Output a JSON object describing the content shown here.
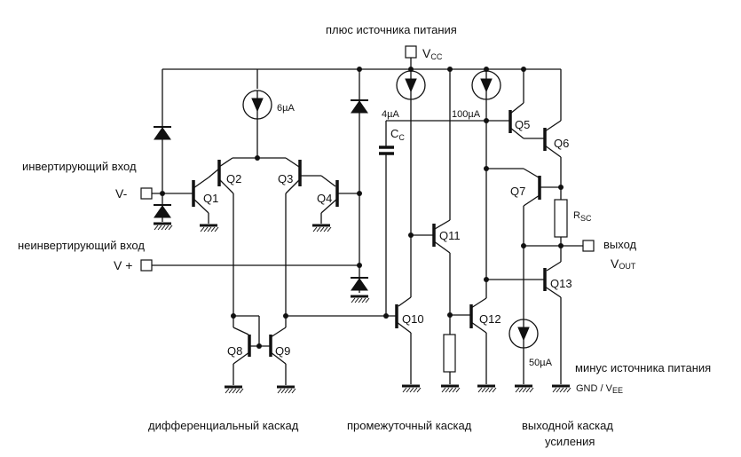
{
  "diagram": {
    "title_vcc": "плюс источника питания",
    "vcc_label": "V",
    "vcc_sub": "CC",
    "inverting_input": "инвертирующий вход",
    "v_minus": "V-",
    "noninverting_input": "неинвертирующий вход",
    "v_plus": "V +",
    "output_label": "выход",
    "vout_label": "V",
    "vout_sub": "OUT",
    "vee_title": "минус источника питания",
    "gnd_label": "GND / V",
    "vee_sub": "EE",
    "cc_label": "C",
    "cc_sub": "C",
    "rsc_label": "R",
    "rsc_sub": "SC",
    "currents": {
      "i_diff": "6µA",
      "i_q10": "4µA",
      "i_q5": "100µA",
      "i_q13": "50µA"
    },
    "transistors": [
      "Q1",
      "Q2",
      "Q3",
      "Q4",
      "Q5",
      "Q6",
      "Q7",
      "Q8",
      "Q9",
      "Q10",
      "Q11",
      "Q12",
      "Q13"
    ],
    "stages": {
      "differential": "дифференциальный каскад",
      "intermediate": "промежуточный каскад",
      "output_line1": "выходной каскад",
      "output_line2": "усиления"
    }
  }
}
